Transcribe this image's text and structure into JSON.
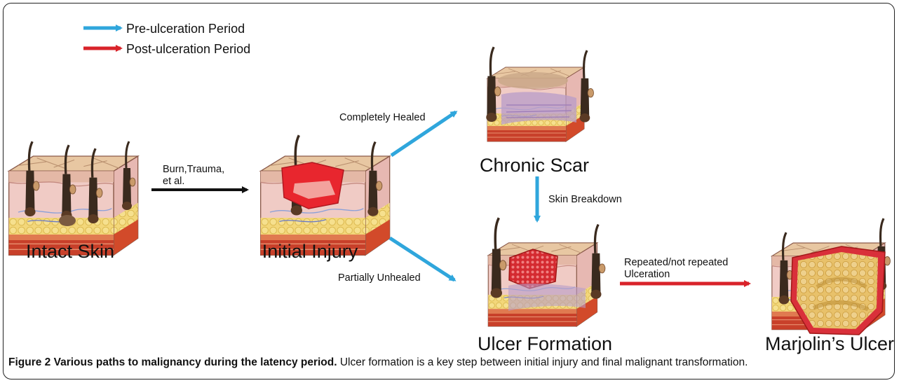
{
  "legend": [
    {
      "label": "Pre-ulceration Period",
      "color": "#2fa6dc"
    },
    {
      "label": "Post-ulceration Period",
      "color": "#d9232a"
    }
  ],
  "stages": {
    "intact_skin": "Intact Skin",
    "initial_injury": "Initial Injury",
    "chronic_scar": "Chronic Scar",
    "ulcer_formation": "Ulcer Formation",
    "marjolins_ulcer": "Marjolin’s Ulcer"
  },
  "transitions": {
    "burn_trauma_line1": "Burn,Trauma,",
    "burn_trauma_line2": "et al.",
    "completely_healed": "Completely Healed",
    "partially_unhealed": "Partially Unhealed",
    "skin_breakdown": "Skin Breakdown",
    "repeated_line1": "Repeated/not repeated",
    "repeated_line2": "Ulceration"
  },
  "colors": {
    "pre_ulceration": "#2fa6dc",
    "post_ulceration": "#d9232a",
    "initiating": "#111111",
    "skin_surface": "#e8c9a6",
    "dermis": "#efc9c4",
    "fat": "#f1d46a",
    "wound": "#e8262e"
  },
  "caption": {
    "title": "Figure 2 Various paths to malignancy during the latency period.",
    "text": " Ulcer formation is a key step between initial injury and final malignant transformation."
  }
}
